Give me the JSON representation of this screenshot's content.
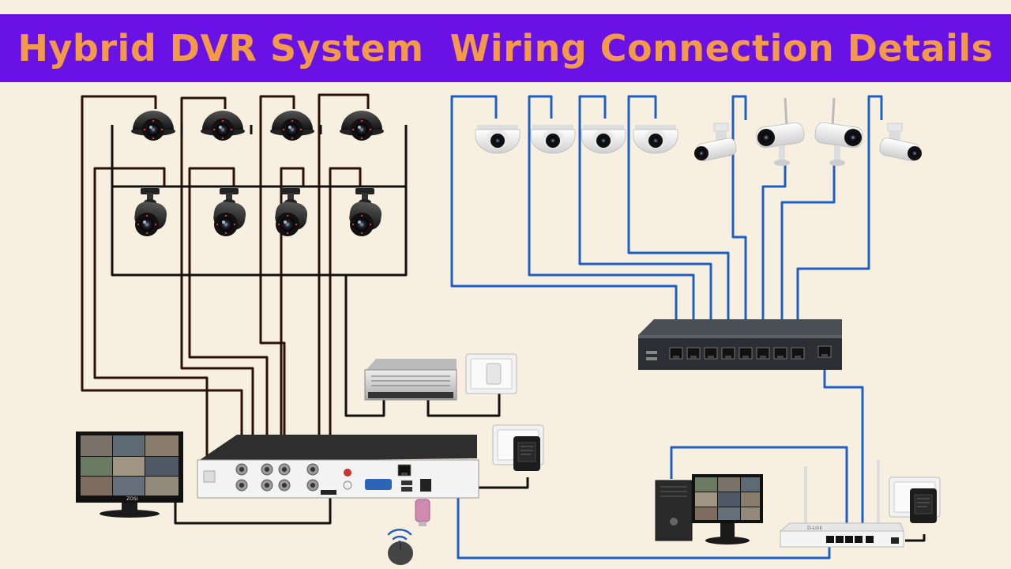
{
  "title": "Hybrid DVR System  Wiring Connection Details",
  "colors": {
    "title_bg": "#6a12e6",
    "title_text": "#f39a4a",
    "background": "#f7efe0",
    "coax_wire": "#2a1208",
    "power_wire": "#111111",
    "network_wire": "#1f5fc4"
  },
  "components": {
    "analog_dome_cameras": 4,
    "analog_bullet_cameras": 4,
    "ip_dome_cameras": 4,
    "ip_bullet_cameras": 4,
    "dvr": "dvr-recorder",
    "poe_switch": "poe-switch",
    "power_supply": "power-supply-box",
    "monitor": "cctv-monitor",
    "mouse": "wireless-mouse",
    "pc": "desktop-pc",
    "router": "wifi-router",
    "adapters": 2,
    "wall_sockets": 3
  },
  "labels": {
    "monitor_brand": "ZOSI",
    "router_brand": "D-Link"
  }
}
